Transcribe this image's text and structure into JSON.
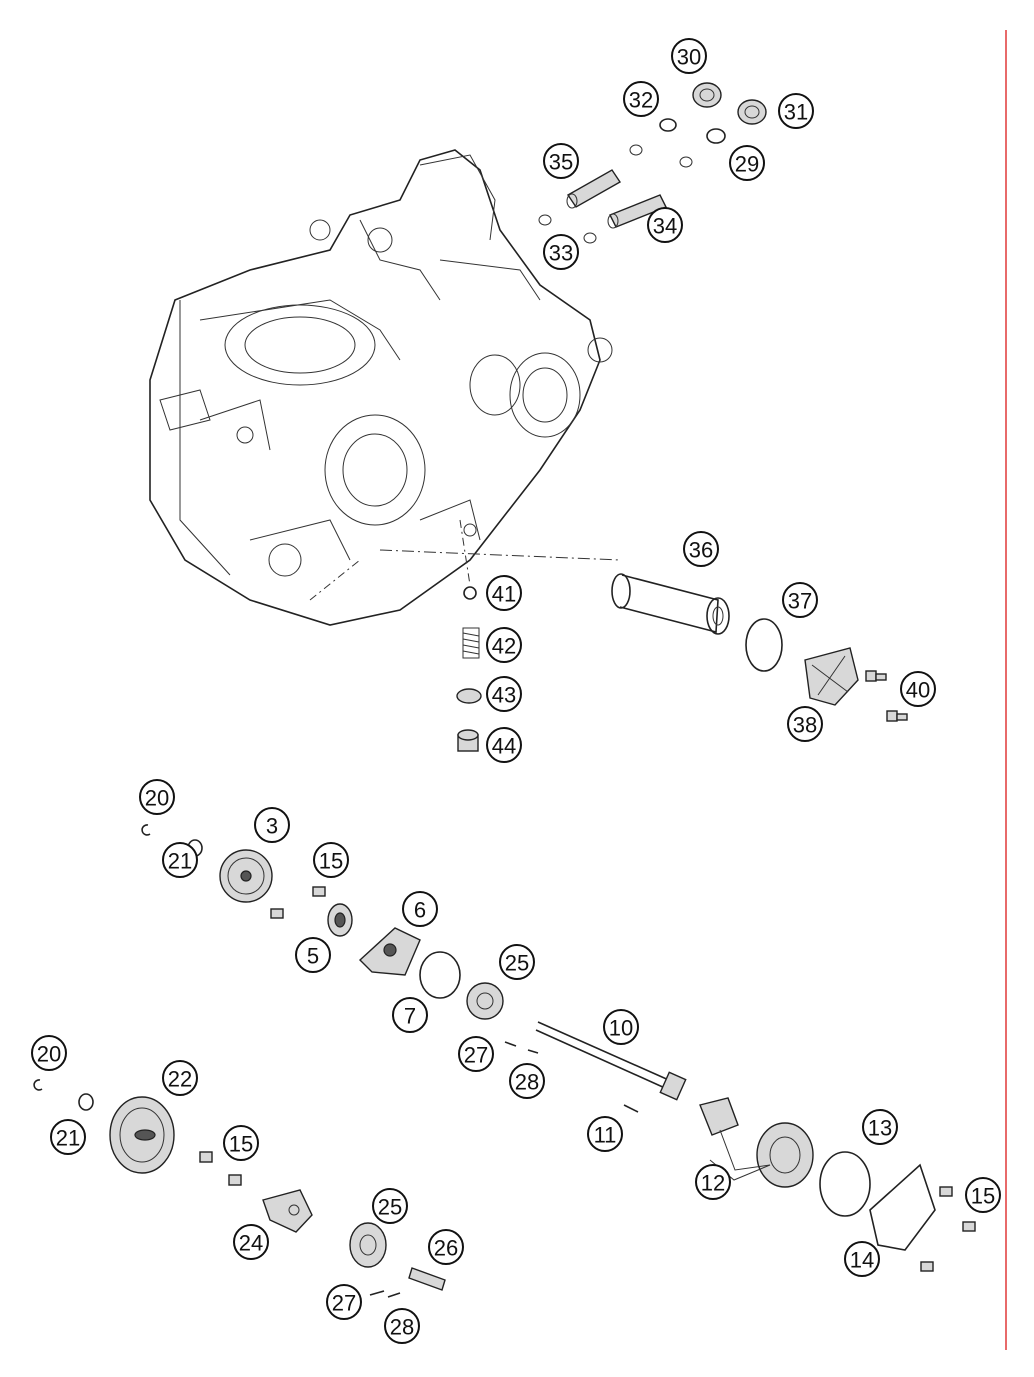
{
  "colors": {
    "rule": "#e86a6a",
    "line": "#222222",
    "background": "#ffffff"
  },
  "callouts": [
    {
      "id": "c30",
      "label": "30"
    },
    {
      "id": "c32",
      "label": "32"
    },
    {
      "id": "c31",
      "label": "31"
    },
    {
      "id": "c35",
      "label": "35"
    },
    {
      "id": "c29",
      "label": "29"
    },
    {
      "id": "c34",
      "label": "34"
    },
    {
      "id": "c33",
      "label": "33"
    },
    {
      "id": "c36",
      "label": "36"
    },
    {
      "id": "c41",
      "label": "41"
    },
    {
      "id": "c37",
      "label": "37"
    },
    {
      "id": "c42",
      "label": "42"
    },
    {
      "id": "c40",
      "label": "40"
    },
    {
      "id": "c43",
      "label": "43"
    },
    {
      "id": "c38",
      "label": "38"
    },
    {
      "id": "c44",
      "label": "44"
    },
    {
      "id": "c20a",
      "label": "20"
    },
    {
      "id": "c3",
      "label": "3"
    },
    {
      "id": "c15a",
      "label": "15"
    },
    {
      "id": "c21a",
      "label": "21"
    },
    {
      "id": "c6",
      "label": "6"
    },
    {
      "id": "c5",
      "label": "5"
    },
    {
      "id": "c25a",
      "label": "25"
    },
    {
      "id": "c7",
      "label": "7"
    },
    {
      "id": "c10",
      "label": "10"
    },
    {
      "id": "c27a",
      "label": "27"
    },
    {
      "id": "c28a",
      "label": "28"
    },
    {
      "id": "c20b",
      "label": "20"
    },
    {
      "id": "c22",
      "label": "22"
    },
    {
      "id": "c21b",
      "label": "21"
    },
    {
      "id": "c11",
      "label": "11"
    },
    {
      "id": "c13",
      "label": "13"
    },
    {
      "id": "c15b",
      "label": "15"
    },
    {
      "id": "c12",
      "label": "12"
    },
    {
      "id": "c15c",
      "label": "15"
    },
    {
      "id": "c25b",
      "label": "25"
    },
    {
      "id": "c24",
      "label": "24"
    },
    {
      "id": "c26",
      "label": "26"
    },
    {
      "id": "c14",
      "label": "14"
    },
    {
      "id": "c27b",
      "label": "27"
    },
    {
      "id": "c28b",
      "label": "28"
    }
  ]
}
